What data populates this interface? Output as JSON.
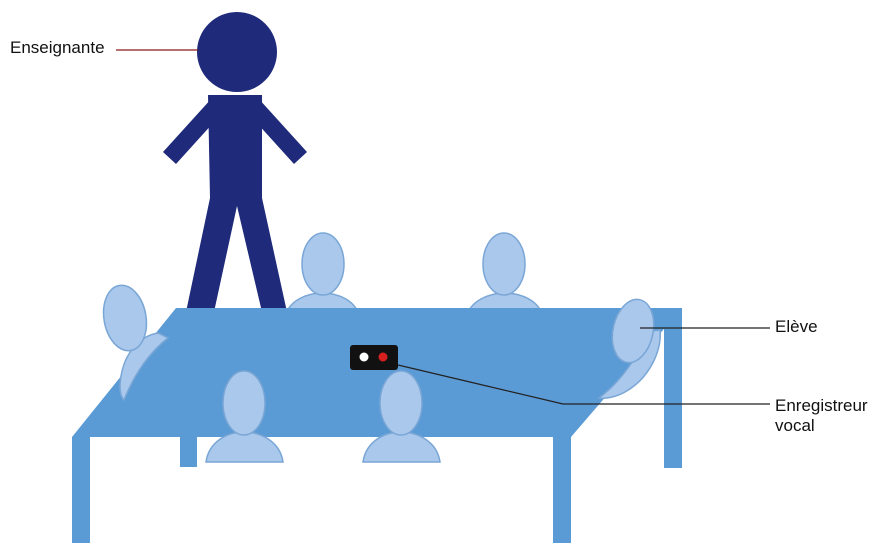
{
  "labels": {
    "teacher": "Enseignante",
    "student": "Elève",
    "recorder_line1": "Enregistreur",
    "recorder_line2": "vocal"
  },
  "colors": {
    "teacher": "#1f2a7a",
    "table_top": "#5b9bd5",
    "table_legs": "#5b9bd5",
    "student_fill": "#a9c8ec",
    "student_stroke": "#7aa6d6",
    "recorder_body": "#111111",
    "recorder_led_white": "#ffffff",
    "recorder_led_red": "#d62020",
    "leader_line_teacher": "#8b1a1a",
    "leader_line": "#222222"
  },
  "icons": {
    "teacher": "stick-figure-icon",
    "student": "student-head-icon",
    "recorder": "voice-recorder-icon"
  }
}
